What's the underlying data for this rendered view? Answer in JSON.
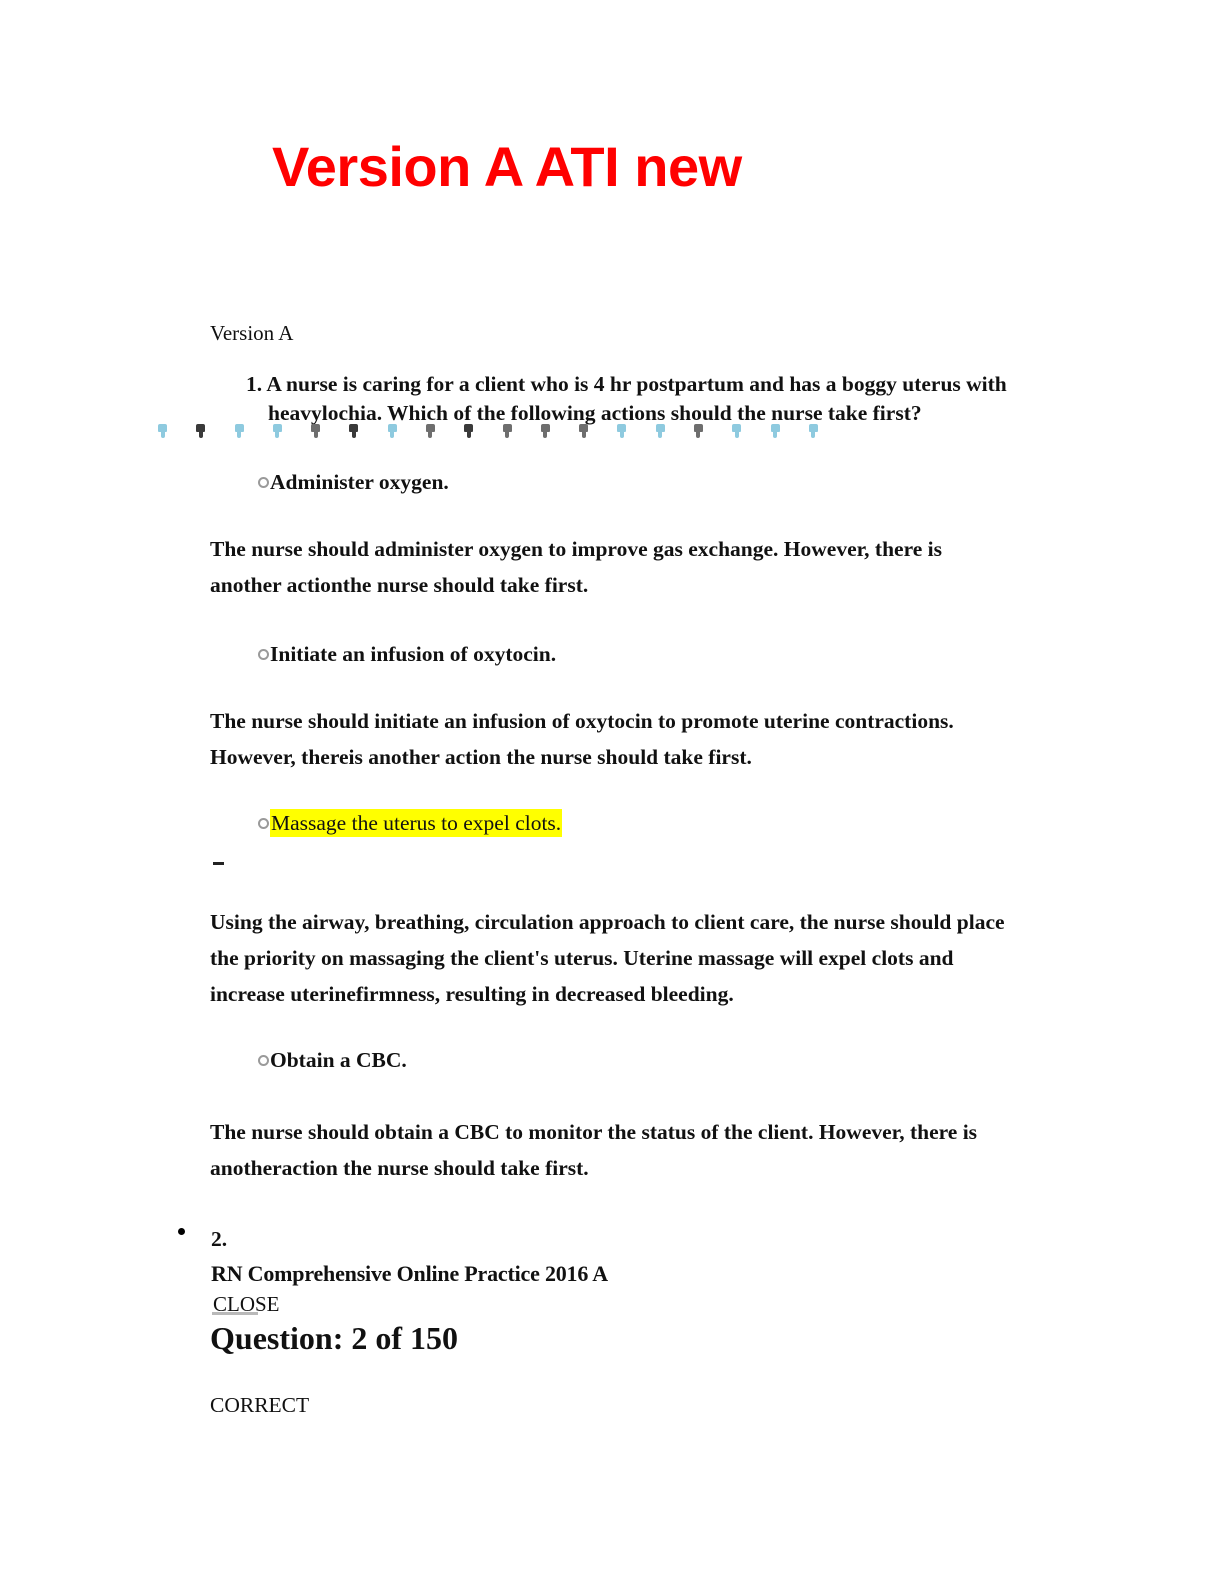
{
  "document": {
    "title": "Version A ATI new",
    "title_color": "#ff0000",
    "version_label": "Version A"
  },
  "question_1": {
    "number": "1.",
    "stem": "A nurse is caring for a client who is 4 hr postpartum and has a boggy uterus with heavylochia. Which of the following actions should the nurse take first?",
    "options": [
      {
        "label": "Administer oxygen.",
        "highlighted": false,
        "rationale": "The nurse should administer oxygen to improve gas exchange. However, there is another actionthe nurse should take first."
      },
      {
        "label": "Initiate an infusion of oxytocin.",
        "highlighted": false,
        "rationale": "The nurse should initiate an infusion of oxytocin to promote uterine contractions. However, thereis another action the nurse should take first."
      },
      {
        "label": "Massage the uterus to expel clots.",
        "highlighted": true,
        "highlight_color": "#ffff00",
        "rationale": "Using the airway, breathing, circulation approach to client care, the nurse should place the priority on massaging the client's uterus. Uterine massage will expel clots and increase uterinefirmness, resulting in decreased bleeding."
      },
      {
        "label": "Obtain a CBC.",
        "highlighted": false,
        "rationale": "The nurse should obtain a CBC to monitor the status of the client. However, there is anotheraction the nurse should take first."
      }
    ]
  },
  "marker_strip": {
    "colors": [
      "#8ecadf",
      "#3a3a3a",
      "#8ecadf",
      "#8ecadf",
      "#6e6e6e",
      "#3a3a3a",
      "#8ecadf",
      "#6e6e6e",
      "#3a3a3a",
      "#6e6e6e",
      "#6e6e6e",
      "#6e6e6e",
      "#8ecadf",
      "#8ecadf",
      "#6e6e6e",
      "#8ecadf",
      "#8ecadf",
      "#8ecadf"
    ]
  },
  "question_2": {
    "number": "2.",
    "practice_title": "RN Comprehensive Online Practice 2016 A",
    "close_label": "CLOSE",
    "question_counter": "Question: 2 of 150",
    "status": "CORRECT"
  }
}
